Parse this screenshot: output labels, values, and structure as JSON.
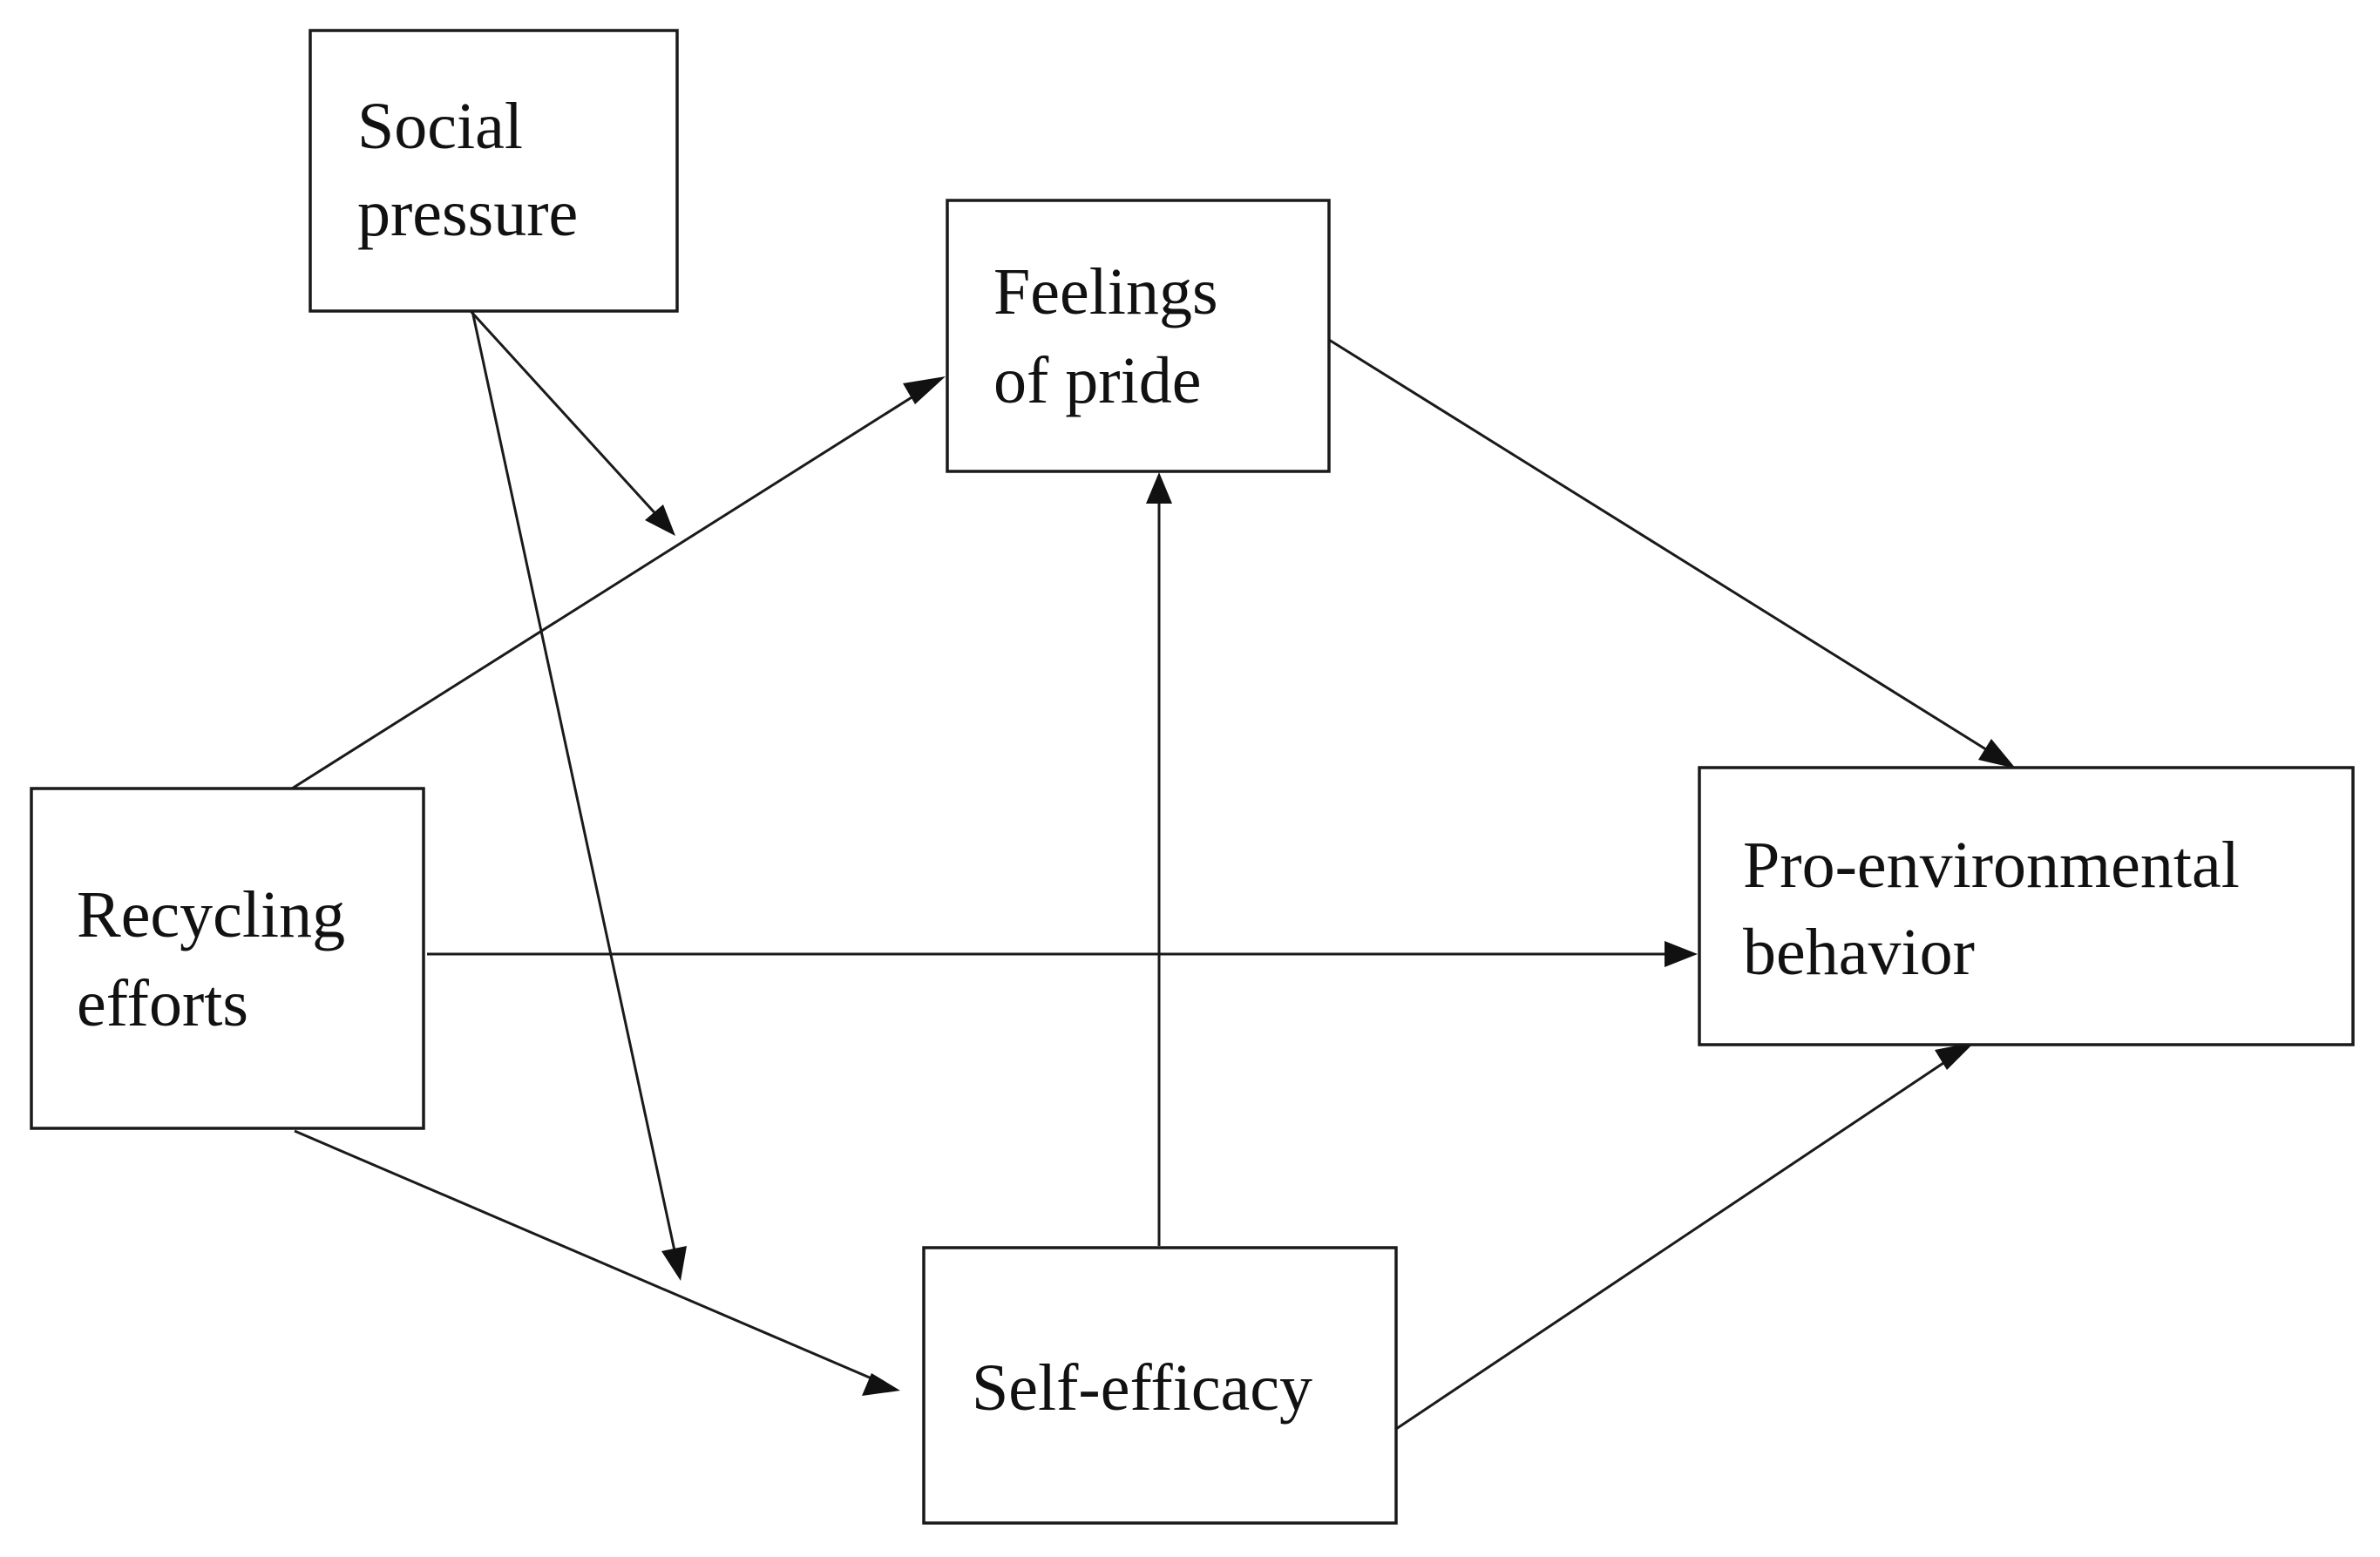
{
  "nodes": {
    "social_pressure": {
      "line1": "Social",
      "line2": "pressure"
    },
    "feelings_of_pride": {
      "line1": "Feelings",
      "line2": "of pride"
    },
    "recycling_efforts": {
      "line1": "Recycling",
      "line2": "efforts"
    },
    "pro_environmental_behavior": {
      "line1": "Pro-environmental",
      "line2": "behavior"
    },
    "self_efficacy": {
      "line1": "Self-efficacy"
    }
  },
  "edges": [
    {
      "from": "recycling_efforts",
      "to": "feelings_of_pride"
    },
    {
      "from": "recycling_efforts",
      "to": "self_efficacy"
    },
    {
      "from": "recycling_efforts",
      "to": "pro_environmental_behavior"
    },
    {
      "from": "feelings_of_pride",
      "to": "pro_environmental_behavior"
    },
    {
      "from": "self_efficacy",
      "to": "feelings_of_pride"
    },
    {
      "from": "self_efficacy",
      "to": "pro_environmental_behavior"
    },
    {
      "from": "social_pressure",
      "to": "recycling_efforts-feelings_of_pride path",
      "type": "moderation"
    },
    {
      "from": "social_pressure",
      "to": "recycling_efforts-self_efficacy path",
      "type": "moderation"
    }
  ],
  "colors": {
    "stroke": "#1a1a1a",
    "background": "#ffffff"
  }
}
